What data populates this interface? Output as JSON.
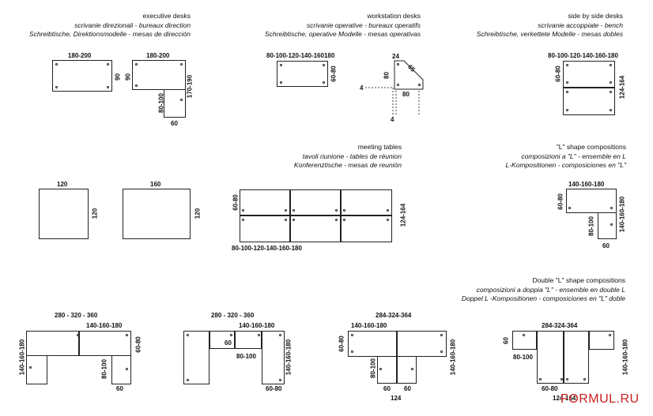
{
  "sections": {
    "executive": {
      "title": "executive desks",
      "line2": "scrivanie direzionali - bureaux direction",
      "line3": "Schreibtische, Direktionsmodelle - mesas de dirección",
      "dims": {
        "w1": "180-200",
        "d1": "90",
        "w2": "180-200",
        "d2": "90",
        "h2": "170-190",
        "ret": "80-100",
        "retw": "60"
      }
    },
    "workstation": {
      "title": "workstation desks",
      "line2": "scrivanie operative - bureaux operatifs",
      "line3": "Schreibtische, operative Modelle - mesas operativas",
      "dims": {
        "w": "80-100-120-140-160180",
        "d": "60-80",
        "a": "24",
        "b": "65",
        "c": "80",
        "e": "80",
        "f": "4",
        "g": "4"
      }
    },
    "side": {
      "title": "side by side desks",
      "line2": "scrivanie accoppiate - bench",
      "line3": "Schreibtische, verkettete Modelle - mesas dobles",
      "dims": {
        "w": "80-100-120-140-160-180",
        "d": "60-80",
        "total": "124-164"
      }
    },
    "meeting": {
      "title": "meeting tables",
      "line2": "tavoli riunione - tables de réunion",
      "line3": "Konferenztische - mesas de reunión",
      "dims": {
        "sq": "120",
        "sqd": "120",
        "rect": "160",
        "rectd": "120",
        "d": "60-80",
        "total": "124-164",
        "w": "80-100-120-140-160-180"
      }
    },
    "lshape": {
      "title": "\"L\" shape compositions",
      "line2": "composizioni a \"L\" - ensemble en L",
      "line3": "L-Kompositionen - composiciones en \"L\"",
      "dims": {
        "w": "140-160-180",
        "d": "60-80",
        "ret": "80-100",
        "retw": "60",
        "h": "140-160-180"
      }
    },
    "double": {
      "title": "Double \"L\" shape compositions",
      "line2": "composizioni a doppia \"L\" - ensemble en double L",
      "line3": "Doppel L -Kompositionen - composiciones en \"L\" doble",
      "c1": {
        "top": "280 - 320 - 360",
        "sub": "140-160-180",
        "left": "140-160-180",
        "right": "60-80",
        "ret": "80-100",
        "retw": "60"
      },
      "c2": {
        "top": "280 - 320 - 360",
        "sub": "140-160-180",
        "d1": "60",
        "d2": "80-100",
        "right": "140-160-180",
        "bot": "60-80"
      },
      "c3": {
        "top": "284-324-364",
        "sub": "140-160-180",
        "left": "60-80",
        "right": "140-160-180",
        "ret": "80-100",
        "b1": "60",
        "b2": "60",
        "b3": "124"
      },
      "c4": {
        "top": "284-324-364",
        "d1": "60",
        "d2": "80-100",
        "right": "140-160-180",
        "b1": "60-80",
        "b2": "124-164"
      }
    }
  },
  "brand": "FORMUL.RU"
}
